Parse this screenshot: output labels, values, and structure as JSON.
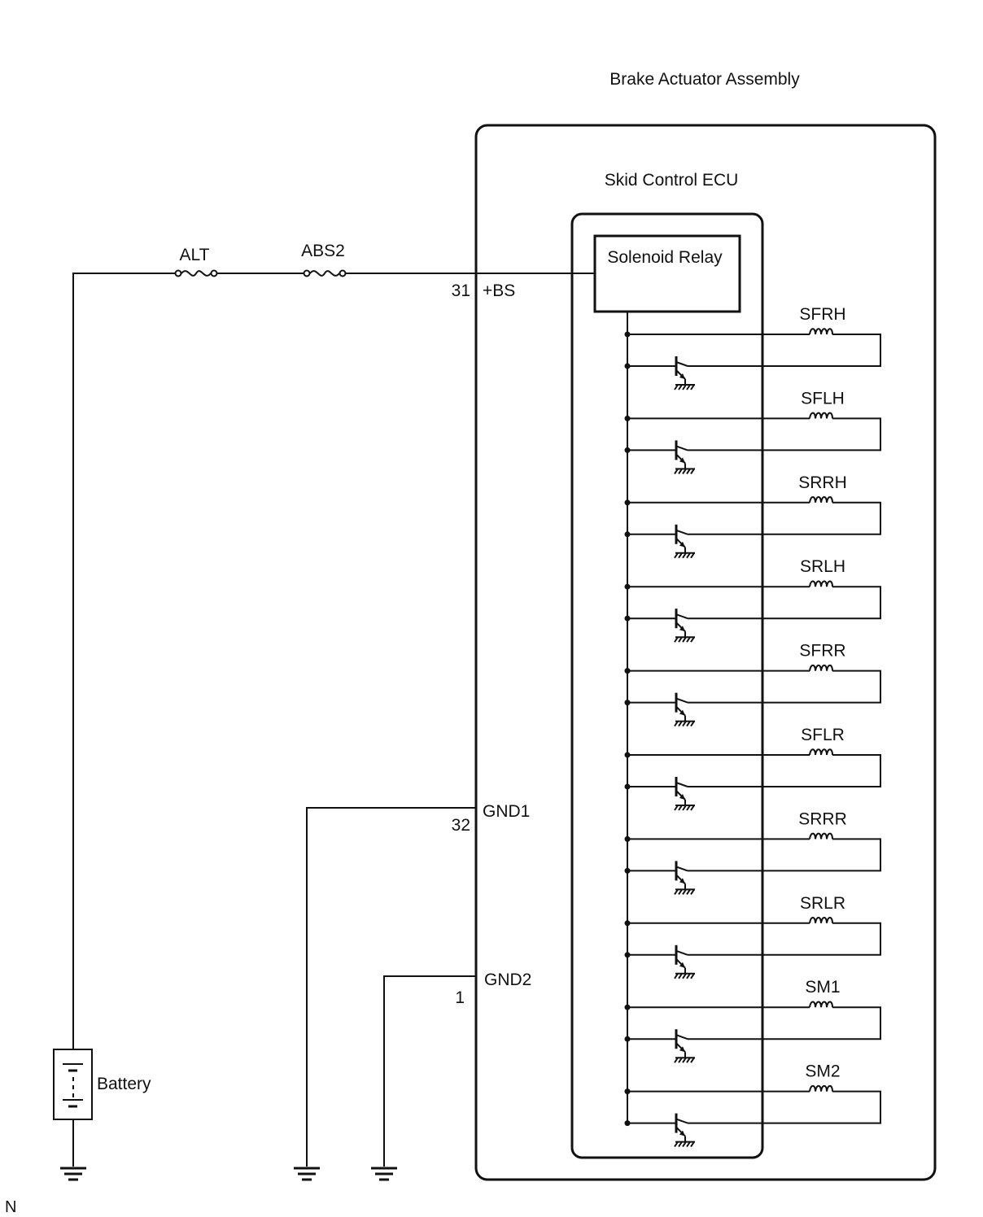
{
  "assembly": {
    "title": "Brake Actuator Assembly"
  },
  "ecu": {
    "title": "Skid Control ECU"
  },
  "relay": {
    "label": "Solenoid Relay"
  },
  "fuses": [
    {
      "name": "ALT"
    },
    {
      "name": "ABS2"
    }
  ],
  "terminals": {
    "bs": {
      "pin": "31",
      "name": "+BS"
    },
    "gnd1": {
      "pin": "32",
      "name": "GND1"
    },
    "gnd2": {
      "pin": "1",
      "name": "GND2"
    }
  },
  "battery": {
    "label": "Battery"
  },
  "solenoids": [
    "SFRH",
    "SFLH",
    "SRRH",
    "SRLH",
    "SFRR",
    "SFLR",
    "SRRR",
    "SRLR",
    "SM1",
    "SM2"
  ],
  "corner_mark": "N"
}
